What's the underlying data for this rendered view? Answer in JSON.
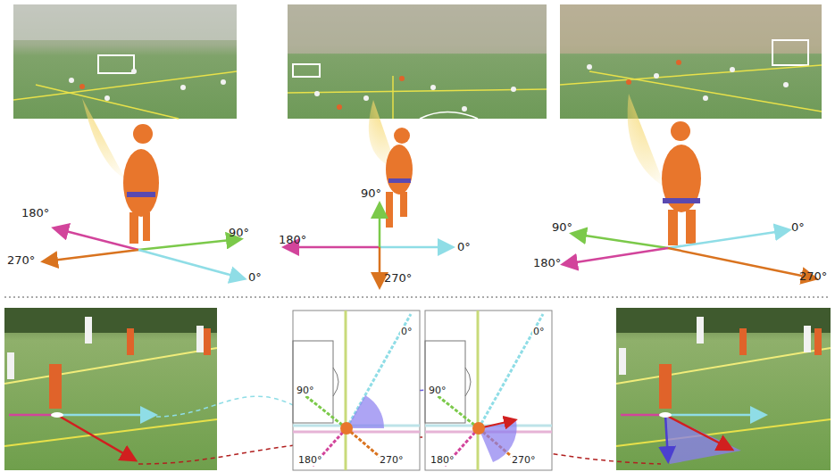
{
  "diagram": {
    "labels": [
      "180°",
      "90°",
      "270°",
      "0°",
      "90°",
      "180°",
      "0°",
      "270°",
      "90°",
      "0°",
      "180°",
      "270°",
      "0°",
      "90°",
      "180°",
      "270°",
      "0°",
      "90°",
      "180°",
      "270°"
    ]
  }
}
